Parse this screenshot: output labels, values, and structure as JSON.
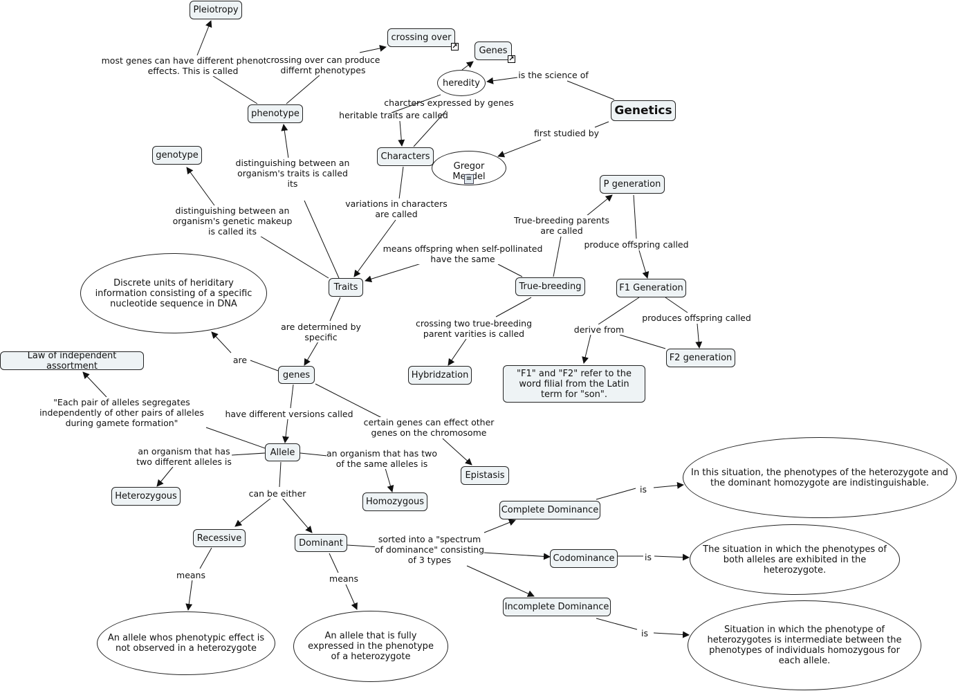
{
  "nodes": {
    "pleiotropy": "Pleiotropy",
    "crossing_over": "crossing over",
    "genes_top": "Genes",
    "heredity": "heredity",
    "genetics": "Genetics",
    "phenotype": "phenotype",
    "characters": "Characters",
    "gregor_mendel": "Gregor Mendel",
    "genotype": "genotype",
    "p_generation": "P generation",
    "traits": "Traits",
    "true_breeding": "True-breeding",
    "f1_generation": "F1 Generation",
    "discrete_units": "Discrete units of heriditary information consisting of a specific nucleotide sequence in DNA",
    "law_independent": "Law of independent assortment",
    "genes": "genes",
    "hybridization": "Hybridzation",
    "f2_generation": "F2 generation",
    "filial_note": "\"F1\" and \"F2\" refer to the word filial from the Latin term for \"son\".",
    "allele": "Allele",
    "epistasis": "Epistasis",
    "heterozygous": "Heterozygous",
    "homozygous": "Homozygous",
    "complete_dominance": "Complete Dominance",
    "complete_def": "In this situation, the phenotypes of the heterozygote and the dominant homozygote are indistinguishable.",
    "recessive": "Recessive",
    "dominant": "Dominant",
    "codominance": "Codominance",
    "codominance_def": "The situation in which the phenotypes of both alleles are exhibited in the heterozygote.",
    "incomplete_dominance": "Incomplete Dominance",
    "incomplete_def": "Situation in which the phenotype of heterozygotes is intermediate between the phenotypes of individuals homozygous for each allele.",
    "recessive_def": "An allele whos phenotypic effect is not observed in a heterozygote",
    "dominant_def": "An allele that is fully expressed in the phenotype of a heterozygote"
  },
  "labels": {
    "pleiotropy_link": "most genes can have different phenotypic\neffects. This is called",
    "crossing_link": "crossing over can produce\ndiffernt phenotypes",
    "science_of": "is the science of",
    "expressed_by_genes": "charcters expressed by genes",
    "heritable_traits": "heritable traits are called",
    "first_studied": "first studied by",
    "traits_called_its": "distinguishing between an\norganism's traits is called\nits",
    "variations": "variations in characters\nare called",
    "genetic_makeup": "distinguishing between an\norganism's genetic makeup\nis called its",
    "true_breeding_parents": "True-breeding parents\nare called",
    "produce_offspring": "produce offspring called",
    "self_pollinated": "means offspring when self-pollinated\nhave the same",
    "determined_by": "are determined by\nspecific",
    "crossing_two": "crossing two true-breeding\nparent varities is called",
    "derive_from": "derive from",
    "produces_offspring": "produces offspring called",
    "are": "are",
    "each_pair": "\"Each pair of alleles segregates\nindependently of other pairs of alleles\nduring gamete formation\"",
    "different_versions": "have different versions called",
    "effect_other": "certain genes can effect other\ngenes on the chromosome",
    "two_different": "an organism that has\ntwo different alleles is",
    "two_same": "an organism that has two\nof the same alleles is",
    "can_be_either": "can be either",
    "is_complete": "is",
    "spectrum": "sorted into a \"spectrum\nof dominance\" consisting\nof 3 types",
    "is_codominance": "is",
    "means_recessive": "means",
    "means_dominant": "means",
    "is_incomplete": "is"
  },
  "icons": {
    "shortcut": "shortcut-arrow-icon",
    "document": "document-icon"
  },
  "colors": {
    "node_fill": "#eef3f5",
    "stroke": "#111111"
  }
}
